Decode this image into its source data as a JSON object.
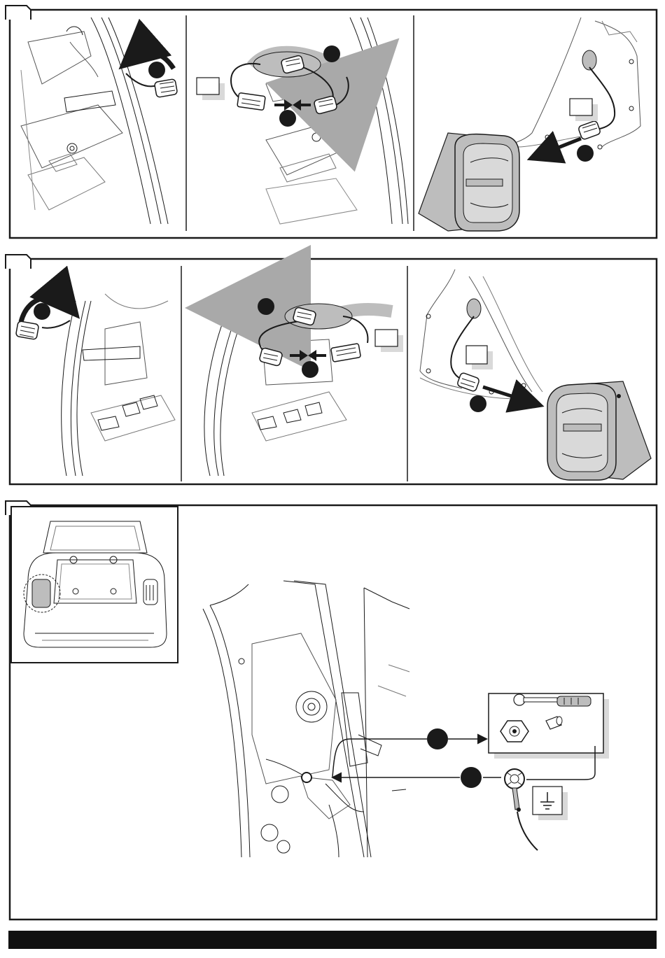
{
  "document": {
    "type": "installation-instruction-sheet",
    "steps": [
      {
        "id": "step-1",
        "label": "",
        "panels": [
          "unplug-connector-left",
          "insert-adapter-left",
          "reinstall-lamp-left"
        ],
        "callouts": [
          "",
          "",
          "",
          ""
        ],
        "label_boxes": [
          "",
          ""
        ]
      },
      {
        "id": "step-2",
        "label": "",
        "panels": [
          "unplug-connector-right",
          "insert-adapter-right",
          "reinstall-lamp-right"
        ],
        "callouts": [
          "",
          "",
          "",
          ""
        ],
        "label_boxes": [
          "",
          ""
        ]
      },
      {
        "id": "step-3",
        "label": "",
        "panels": [
          "car-overview",
          "ground-connection"
        ],
        "callouts": [
          "",
          ""
        ],
        "label_boxes": [
          ""
        ]
      }
    ],
    "icons": [
      "ratchet-wrench-icon",
      "nut-icon",
      "socket-icon",
      "ground-symbol-icon",
      "ring-terminal-icon"
    ],
    "colors": {
      "line": "#1a1a1a",
      "gray_fill": "#bdbdbd",
      "light_gray": "#d9d9d9",
      "footer": "#111111"
    },
    "footer": {
      "text": ""
    }
  }
}
